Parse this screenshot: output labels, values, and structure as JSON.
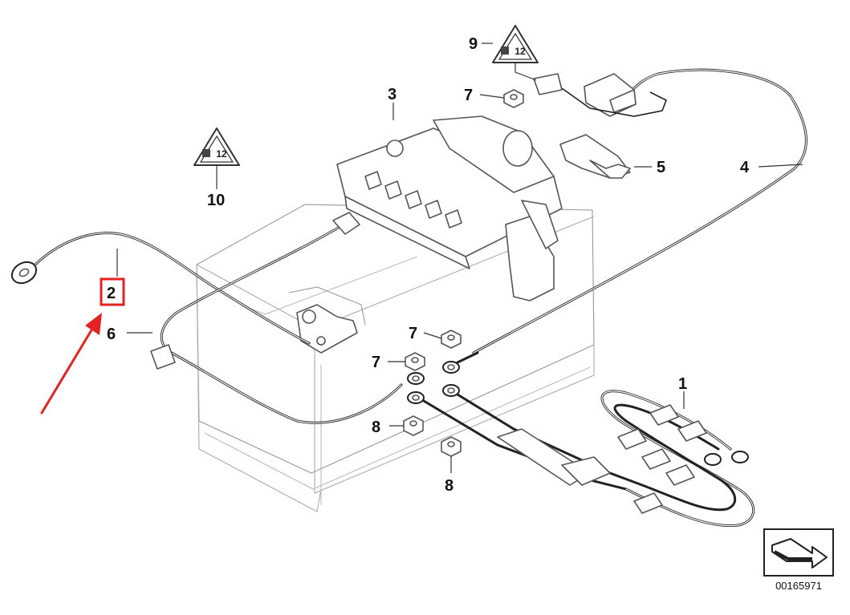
{
  "callouts": {
    "c1": "1",
    "c2": "2",
    "c3": "3",
    "c4": "4",
    "c5": "5",
    "c6": "6",
    "c7a": "7",
    "c7b": "7",
    "c7c": "7",
    "c8a": "8",
    "c8b": "8",
    "c9": "9",
    "c10": "10"
  },
  "warning_symbol_text": "12",
  "drawing_number": "00165971",
  "highlight_color": "#e32222",
  "arrow_color": "#e32222"
}
